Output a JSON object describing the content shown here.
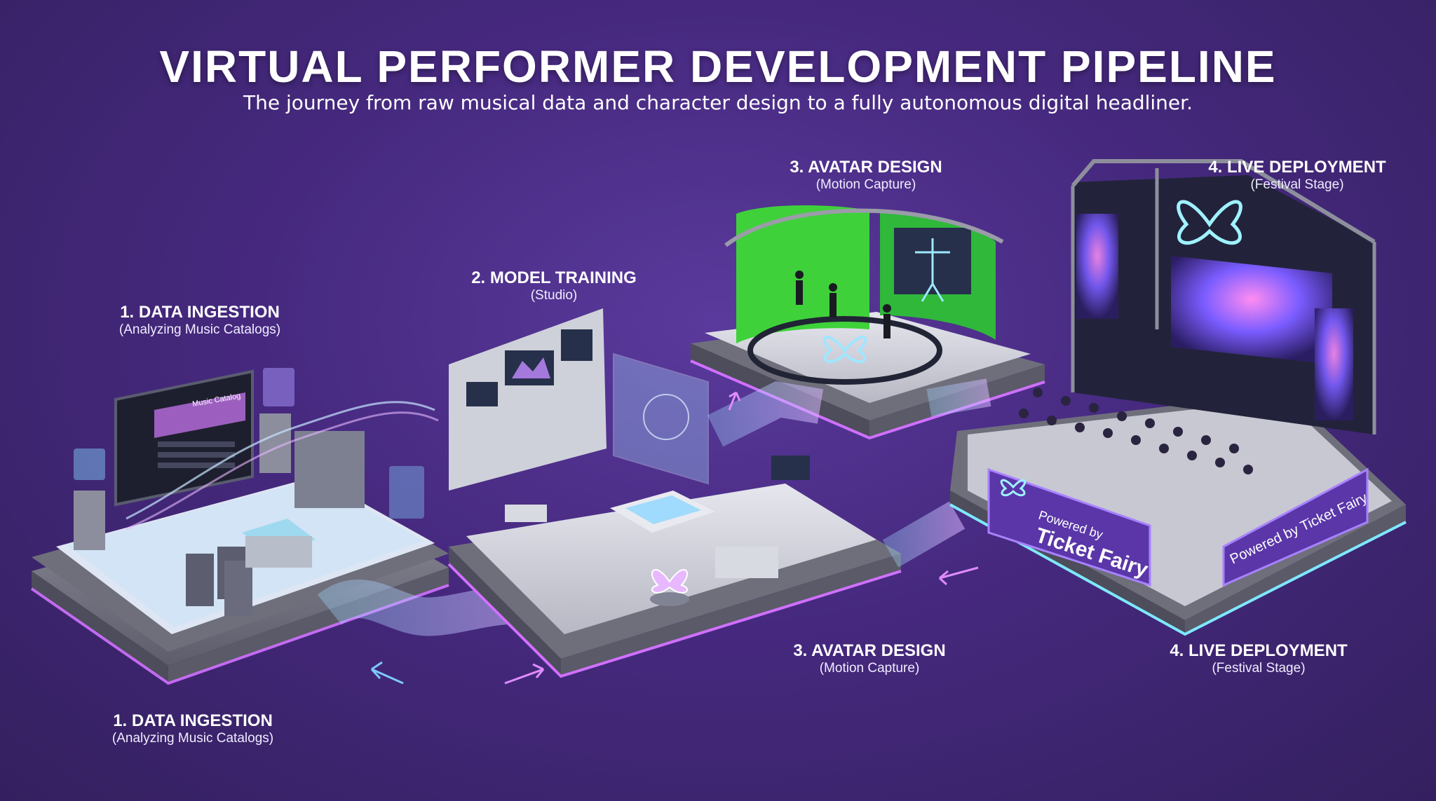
{
  "header": {
    "title": "VIRTUAL PERFORMER DEVELOPMENT PIPELINE",
    "subtitle": "The journey from raw musical data and character design to a fully autonomous digital headliner."
  },
  "stages": [
    {
      "name": "1. DATA INGESTION",
      "sub": "(Analyzing Music Catalogs)"
    },
    {
      "name": "2. MODEL TRAINING",
      "sub": "(Studio)"
    },
    {
      "name": "3. AVATAR DESIGN",
      "sub": "(Motion Capture)"
    },
    {
      "name": "4. LIVE DEPLOYMENT",
      "sub": "(Festival Stage)"
    }
  ],
  "lower_labels": [
    {
      "name": "1. DATA INGESTION",
      "sub": "(Analyzing Music Catalogs)"
    },
    {
      "name": "3. AVATAR DESIGN",
      "sub": "(Motion Capture)"
    },
    {
      "name": "4. LIVE DEPLOYMENT",
      "sub": "(Festival Stage)"
    }
  ],
  "screen": {
    "catalog_title": "Music Catalog"
  },
  "banners": {
    "left_small": "Powered by",
    "left_big": "Ticket Fairy",
    "right": "Powered by Ticket Fairy"
  },
  "colors": {
    "background": "#46297f",
    "platform": "#b9b9c2",
    "glow": "#d070ff",
    "accent_cyan": "#7fe8ff",
    "green_screen": "#3fd13a"
  }
}
